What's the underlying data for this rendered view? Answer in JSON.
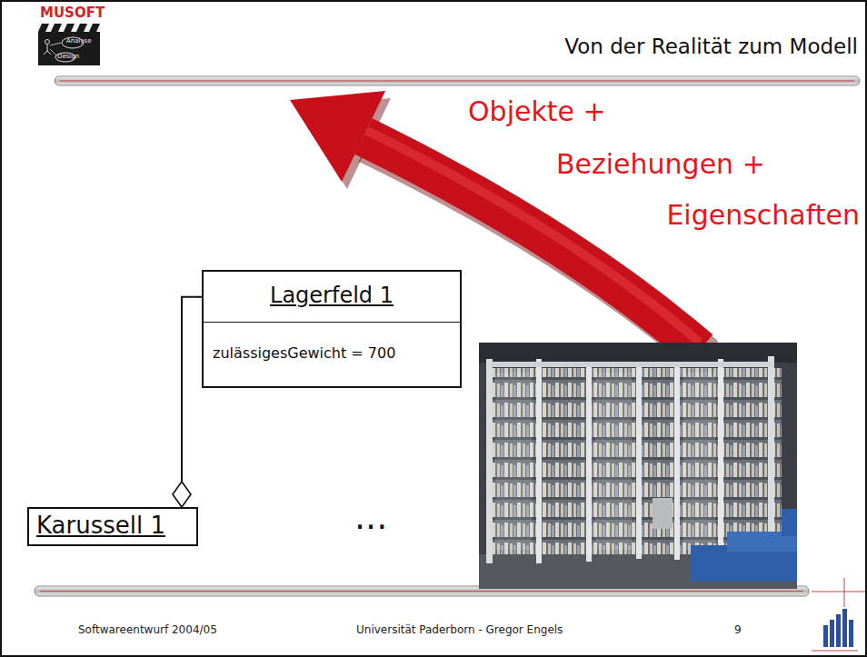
{
  "diagram": {
    "title": "Von der Realität zum Modell",
    "nodes": [
      {
        "text": [
          "Lagerfeld 1",
          "zulässigesGewicht = 700"
        ]
      },
      {
        "text": [
          "Karussell 1"
        ]
      }
    ],
    "edges": [
      {
        "from": 0,
        "to": 1,
        "arrow": "to"
      }
    ],
    "labels": [
      "MUSOFT",
      "Analyse",
      "Design",
      "Objekte +",
      "Beziehungen +",
      "Eigenschaften",
      "...",
      "Softwareentwurf 2004/05",
      "Universität Paderborn - Gregor Engels",
      "9"
    ]
  }
}
